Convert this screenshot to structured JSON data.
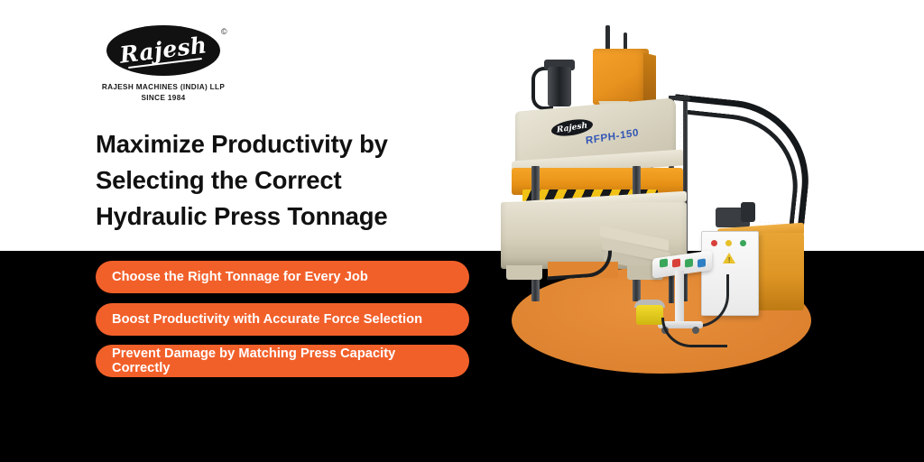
{
  "brand": {
    "logo_mark_text": "Rajesh",
    "registered_symbol": "©",
    "company_line1": "RAJESH MACHINES (INDIA) LLP",
    "company_line2": "SINCE 1984"
  },
  "headline": {
    "line1": "Maximize Productivity by",
    "line2": "Selecting the Correct",
    "line3": "Hydraulic Press Tonnage"
  },
  "bullets": [
    {
      "label": "Choose the Right Tonnage for Every Job"
    },
    {
      "label": "Boost Productivity with Accurate Force Selection"
    },
    {
      "label": "Prevent Damage by Matching Press Capacity Correctly"
    }
  ],
  "machine": {
    "brand_plate": "Rajesh",
    "model_number": "RFPH-150"
  },
  "colors": {
    "accent_orange": "#F2602A",
    "band_black": "#000000",
    "background_white": "#FFFFFF",
    "platform_orange": "#E08633",
    "model_text_blue": "#2F54B5",
    "machine_cream": "#DDD8C6",
    "machine_yellow": "#E79216"
  }
}
